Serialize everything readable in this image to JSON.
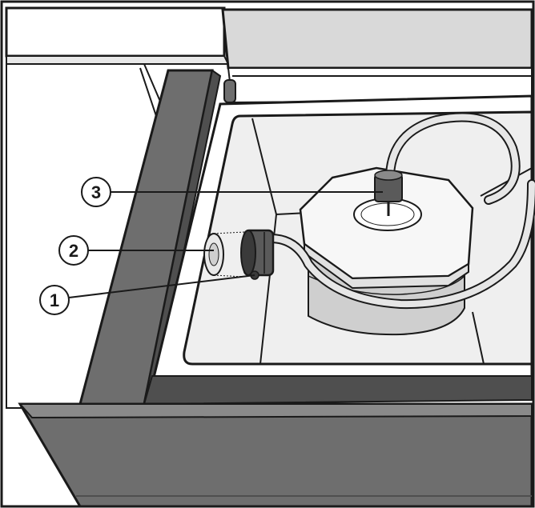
{
  "callouts": [
    {
      "id": "1",
      "label": "1"
    },
    {
      "id": "2",
      "label": "2"
    },
    {
      "id": "3",
      "label": "3"
    }
  ],
  "colors": {
    "outline": "#1a1a1a",
    "drawer_front": "#6e6e6e",
    "drawer_front_dark": "#4f4f4f",
    "interior": "#f2f2f2",
    "cavity_floor": "#d4d4d4",
    "container_lid": "#f7f7f7",
    "container_body": "#cfcfcf",
    "hose": "#e6e6e6",
    "knob": "#5a5a5a"
  }
}
